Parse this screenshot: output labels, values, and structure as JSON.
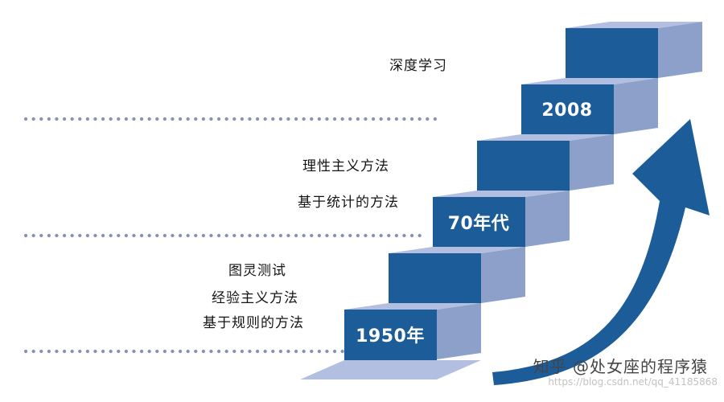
{
  "diagram": {
    "type": "staircase-timeline",
    "eras": [
      {
        "step_label": "1950年",
        "topics": [
          "图灵测试",
          "经验主义方法",
          "基于规则的方法"
        ]
      },
      {
        "step_label": "70年代",
        "topics": [
          "理性主义方法",
          "基于统计的方法"
        ]
      },
      {
        "step_label": "2008",
        "topics": [
          "深度学习"
        ]
      }
    ],
    "colors": {
      "riser": "#1b5c99",
      "tread": "#b3bfe0",
      "side": "#8da0c9",
      "dots": "#8495b3",
      "arrow": "#1b5c99"
    }
  },
  "watermark": {
    "site_credit": "知乎 @处女座的程序猿",
    "url_credit": "https://blog.csdn.net/qq_41185868"
  }
}
